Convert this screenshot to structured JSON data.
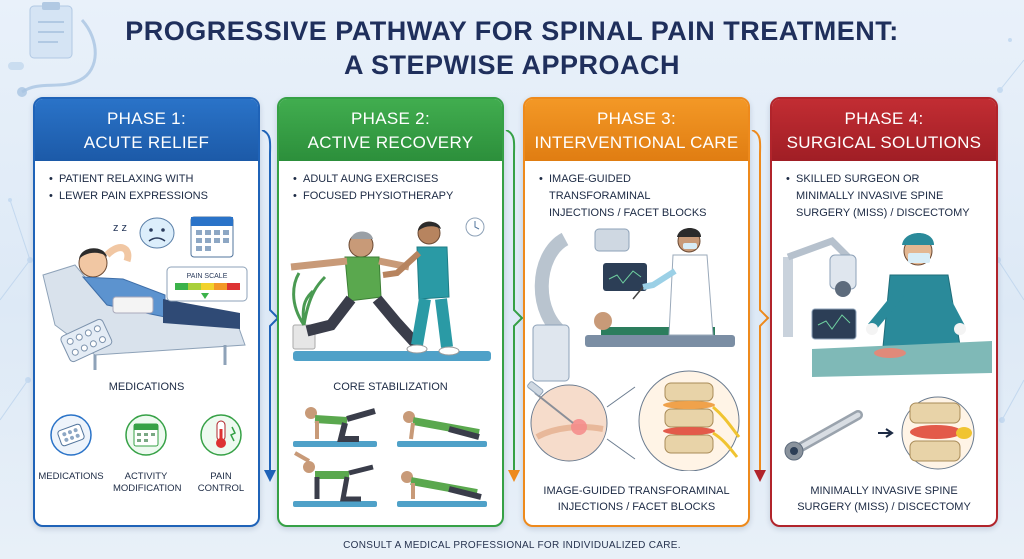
{
  "title_line1": "PROGRESSIVE PATHWAY FOR SPINAL PAIN TREATMENT:",
  "title_line2": "A STEPWISE APPROACH",
  "phases": [
    {
      "label": "PHASE 1:",
      "name": "ACUTE RELIEF",
      "color": "#1f63b8",
      "bullets": [
        "PATIENT RELAXING WITH",
        "LEWER PAIN EXPRESSIONS"
      ],
      "pain_scale_label": "PAIN SCALE",
      "caption": "MEDICATIONS",
      "icons": [
        {
          "icon": "pill-pack-icon",
          "label": "MEDICATIONS"
        },
        {
          "icon": "calendar-icon",
          "label": "ACTIVITY MODIFICATION"
        },
        {
          "icon": "thermometer-icon",
          "label": "PAIN CONTROL"
        }
      ]
    },
    {
      "label": "PHASE 2:",
      "name": "ACTIVE RECOVERY",
      "color": "#36a146",
      "bullets": [
        "ADULT AUNG EXERCISES",
        "FOCUSED PHYSIOTHERAPY"
      ],
      "caption": "CORE STABILIZATION"
    },
    {
      "label": "PHASE 3:",
      "name": "INTERVENTIONAL CARE",
      "color": "#ee8a1c",
      "bullets": [
        "IMAGE-GUIDED TRANSFORAMINAL INJECTIONS / FACET BLOCKS"
      ],
      "caption_line1": "IMAGE-GUIDED TRANSFORAMINAL",
      "caption_line2": "INJECTIONS / FACET BLOCKS"
    },
    {
      "label": "PHASE 4:",
      "name": "SURGICAL SOLUTIONS",
      "color": "#b1242b",
      "bullets": [
        "SKILLED SURGEON OR MINIMALLY INVASIVE SPINE SURGERY (MISS) / DISCECTOMY"
      ],
      "caption_line1": "MINIMALLY INVASIVE SPINE",
      "caption_line2": "SURGERY (MISS) / DISCECTOMY"
    }
  ],
  "footer": "CONSULT A MEDICAL PROFESSIONAL FOR INDIVIDUALIZED CARE."
}
